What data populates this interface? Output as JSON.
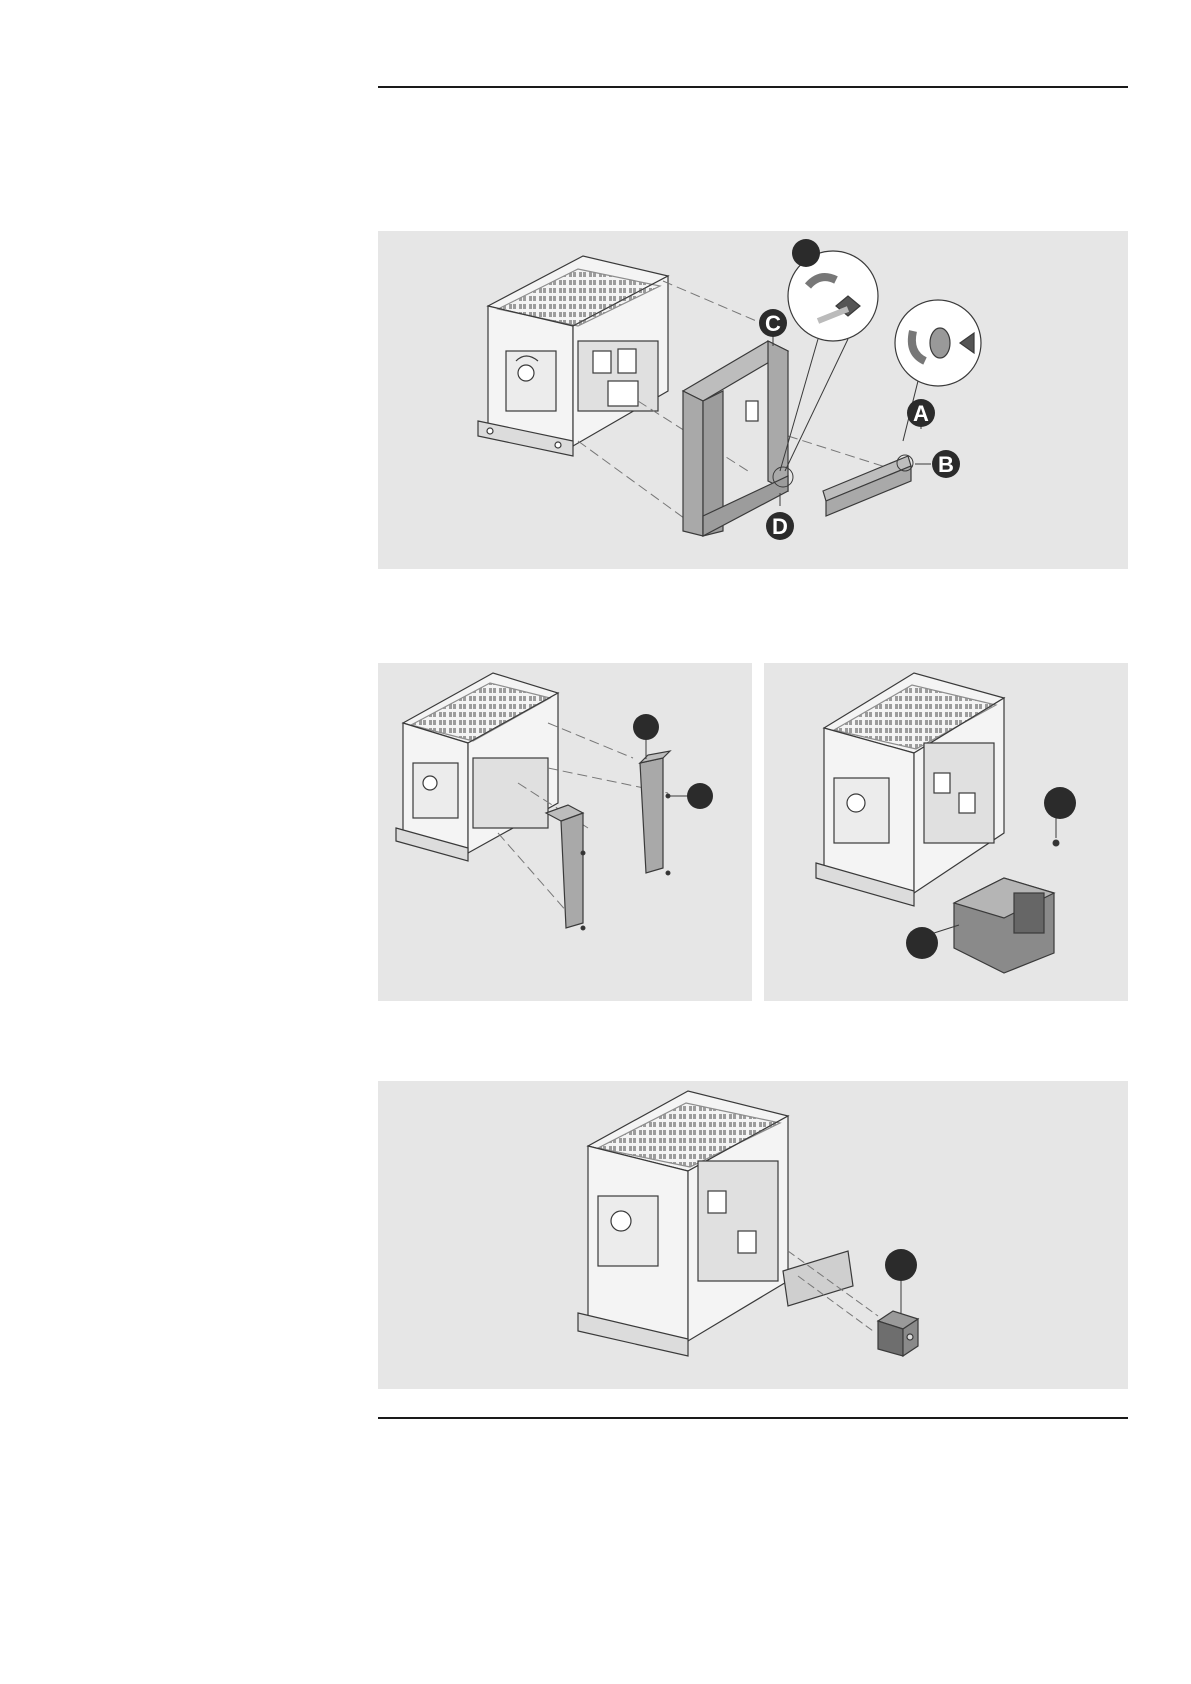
{
  "figures": [
    {
      "id": "figure-1",
      "callouts": [
        {
          "letter": "",
          "kind": "unlabeled"
        },
        {
          "letter": "A"
        },
        {
          "letter": "B"
        },
        {
          "letter": "C"
        },
        {
          "letter": "D"
        }
      ]
    },
    {
      "id": "figure-2-left",
      "callouts": [
        {
          "letter": ""
        },
        {
          "letter": ""
        }
      ]
    },
    {
      "id": "figure-2-right",
      "callouts": [
        {
          "letter": ""
        },
        {
          "letter": ""
        }
      ]
    },
    {
      "id": "figure-3",
      "callouts": [
        {
          "letter": ""
        }
      ]
    }
  ],
  "colors": {
    "panel_background": "#e6e6e6",
    "callout_fill": "#2b2b2b",
    "line_art": "#3a3a3a",
    "cover_plate": "#a9a9a9"
  }
}
